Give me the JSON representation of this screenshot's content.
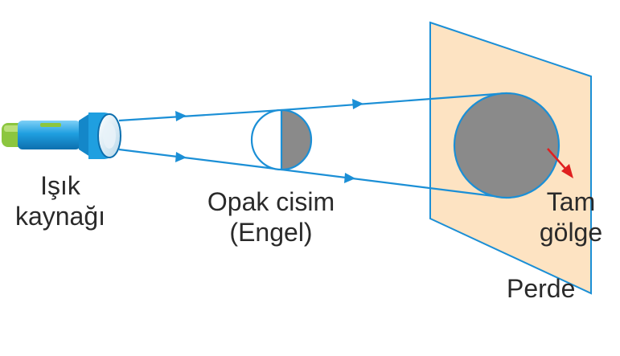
{
  "labels": {
    "light_source": [
      "Işık",
      "kaynağı"
    ],
    "opaque_object": [
      "Opak cisim",
      "(Engel)"
    ],
    "full_shadow": [
      "Tam",
      "gölge"
    ],
    "screen": "Perde"
  },
  "colors": {
    "ray": "#1b8fd6",
    "screen_fill": "#fde3c2",
    "screen_edge": "#1b8fd6",
    "shadow": "#8a8a8a",
    "arrow": "#e02020",
    "flashlight_body": "#1f9fe0",
    "flashlight_cap": "#8cc63f"
  },
  "icons": [
    "flashlight-icon"
  ]
}
